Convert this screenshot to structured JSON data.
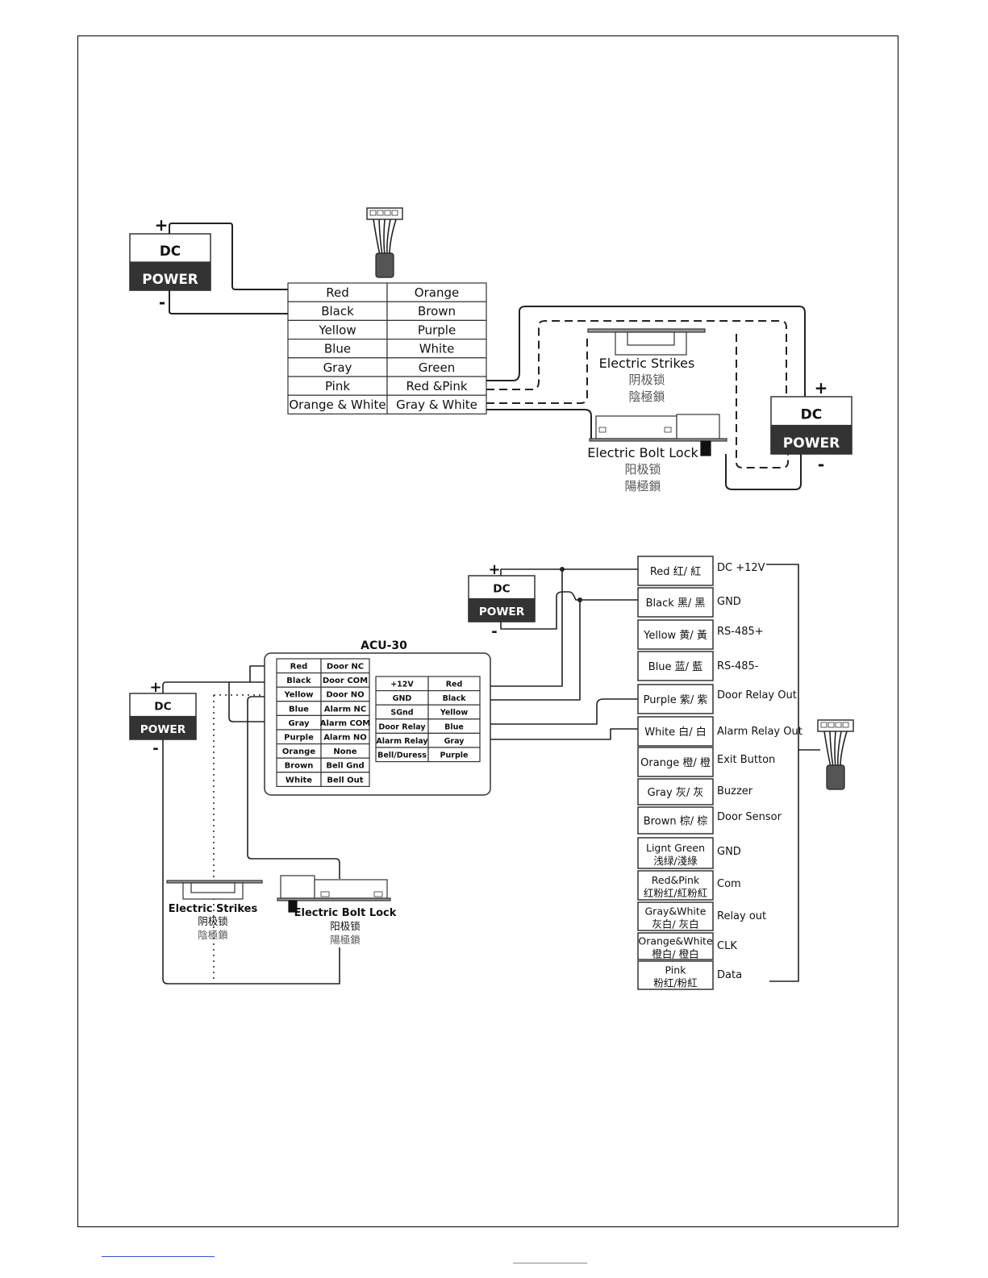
{
  "top_diagram": {
    "dc_power": {
      "top": "DC",
      "bottom": "POWER",
      "plus": "+",
      "minus": "-"
    },
    "wire_table": [
      [
        "Red",
        "Orange"
      ],
      [
        "Black",
        "Brown"
      ],
      [
        "Yellow",
        "Purple"
      ],
      [
        "Blue",
        "White"
      ],
      [
        "Gray",
        "Green"
      ],
      [
        "Pink",
        "Red &Pink"
      ],
      [
        "Orange & White",
        "Gray & White"
      ]
    ],
    "electric_strikes": {
      "en": "Electric Strikes",
      "sc": "阴极锁",
      "tc": "陰極鎖"
    },
    "electric_bolt_lock": {
      "en": "Electric Bolt Lock",
      "sc": "阳极锁",
      "tc": "陽極鎖"
    },
    "dc_power_right": {
      "top": "DC",
      "bottom": "POWER",
      "plus": "+",
      "minus": "-"
    }
  },
  "bottom_diagram": {
    "dc_power_top": {
      "top": "DC",
      "bottom": "POWER",
      "plus": "+",
      "minus": "-"
    },
    "dc_power_left": {
      "top": "DC",
      "bottom": "POWER",
      "plus": "+",
      "minus": "-"
    },
    "acu_title": "ACU-30",
    "acu_left_table": [
      [
        "Red",
        "Door NC"
      ],
      [
        "Black",
        "Door COM"
      ],
      [
        "Yellow",
        "Door NO"
      ],
      [
        "Blue",
        "Alarm NC"
      ],
      [
        "Gray",
        "Alarm COM"
      ],
      [
        "Purple",
        "Alarm NO"
      ],
      [
        "Orange",
        "None"
      ],
      [
        "Brown",
        "Bell Gnd"
      ],
      [
        "White",
        "Bell Out"
      ]
    ],
    "acu_right_table": [
      [
        "+12V",
        "Red"
      ],
      [
        "GND",
        "Black"
      ],
      [
        "SGnd",
        "Yellow"
      ],
      [
        "Door Relay",
        "Blue"
      ],
      [
        "Alarm Relay",
        "Gray"
      ],
      [
        "Bell/Duress",
        "Purple"
      ]
    ],
    "electric_strikes": {
      "en": "Electric Strikes",
      "sc": "阴极锁",
      "tc": "陰極鎖"
    },
    "electric_bolt_lock": {
      "en": "Electric Bolt Lock",
      "sc": "阳极锁",
      "tc": "陽極鎖"
    },
    "wires": [
      {
        "color": "Red 红/ 紅",
        "function": "DC +12V"
      },
      {
        "color": "Black 黑/ 黑",
        "function": "GND"
      },
      {
        "color": "Yellow 黄/ 黃",
        "function": "RS-485+"
      },
      {
        "color": "Blue 蓝/ 藍",
        "function": "RS-485-"
      },
      {
        "color": "Purple 紫/ 紫",
        "function": "Door Relay Out"
      },
      {
        "color": "White 白/ 白",
        "function": "Alarm Relay Out"
      },
      {
        "color": "Orange 橙/ 橙",
        "function": "Exit Button"
      },
      {
        "color": "Gray 灰/ 灰",
        "function": "Buzzer"
      },
      {
        "color": "Brown 棕/ 棕",
        "function": "Door Sensor"
      },
      {
        "color": "Lignt Green|浅绿/淺綠",
        "function": "GND"
      },
      {
        "color": "Red&Pink|红粉红/紅粉紅",
        "function": "Com"
      },
      {
        "color": "Gray&White|灰白/ 灰白",
        "function": "Relay out"
      },
      {
        "color": "Orange&White|橙白/ 橙白",
        "function": "CLK"
      },
      {
        "color": "Pink|粉红/粉紅",
        "function": "Data"
      }
    ]
  }
}
